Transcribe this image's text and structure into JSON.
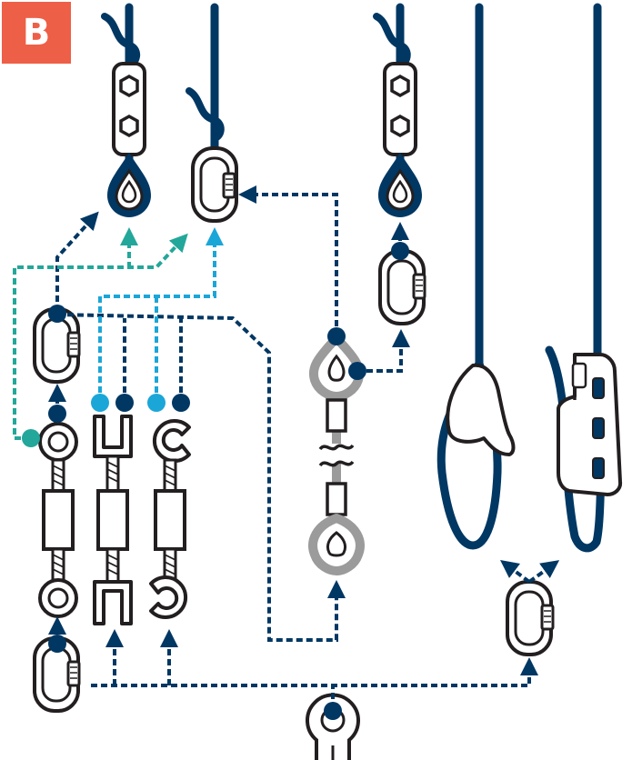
{
  "panel": {
    "label": "B"
  },
  "colors": {
    "navy": "#003763",
    "teal": "#23a79a",
    "light_blue": "#1ba6d8",
    "gray": "#9b9b9b",
    "outline": "#231f20",
    "badge": "#ee5f47",
    "white": "#ffffff"
  },
  "components": [
    "rope-left",
    "cable-clamp",
    "thimble",
    "rope-knot",
    "quick-link",
    "turnbuckle-eye-eye",
    "turnbuckle-jaw-jaw",
    "turnbuckle-hook-hook",
    "wire-rope-sling",
    "rope-grab",
    "anchor-eye",
    "dashed-connector-arrows"
  ]
}
